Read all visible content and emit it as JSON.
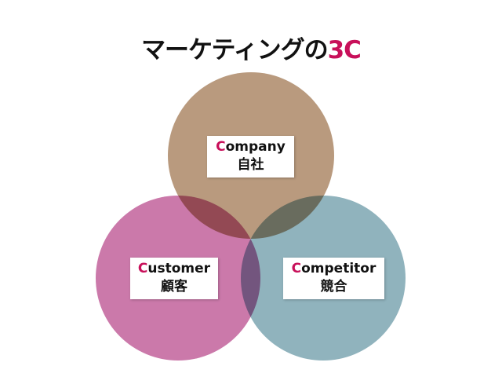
{
  "title": {
    "main": "マーケティングの",
    "accent": "3C"
  },
  "colors": {
    "company": "#b99a7e",
    "customer": "#cb79aa",
    "competitor": "#90b3bd",
    "accent": "#c8105a"
  },
  "circles": [
    {
      "id": "company",
      "initial": "C",
      "rest": "ompany",
      "jp": "自社"
    },
    {
      "id": "customer",
      "initial": "C",
      "rest": "ustomer",
      "jp": "顧客"
    },
    {
      "id": "competitor",
      "initial": "C",
      "rest": "ompetitor",
      "jp": "競合"
    }
  ]
}
